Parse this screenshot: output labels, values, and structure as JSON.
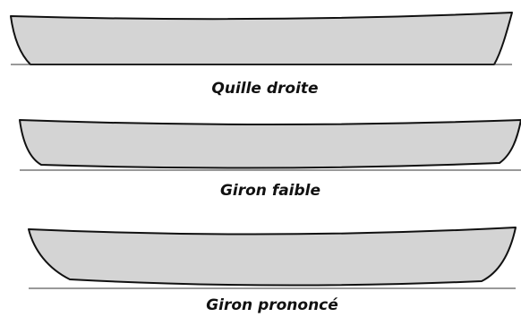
{
  "diagram": {
    "panels": [
      {
        "caption": "Quille droite"
      },
      {
        "caption": "Giron faible"
      },
      {
        "caption": "Giron prononcé"
      }
    ]
  }
}
